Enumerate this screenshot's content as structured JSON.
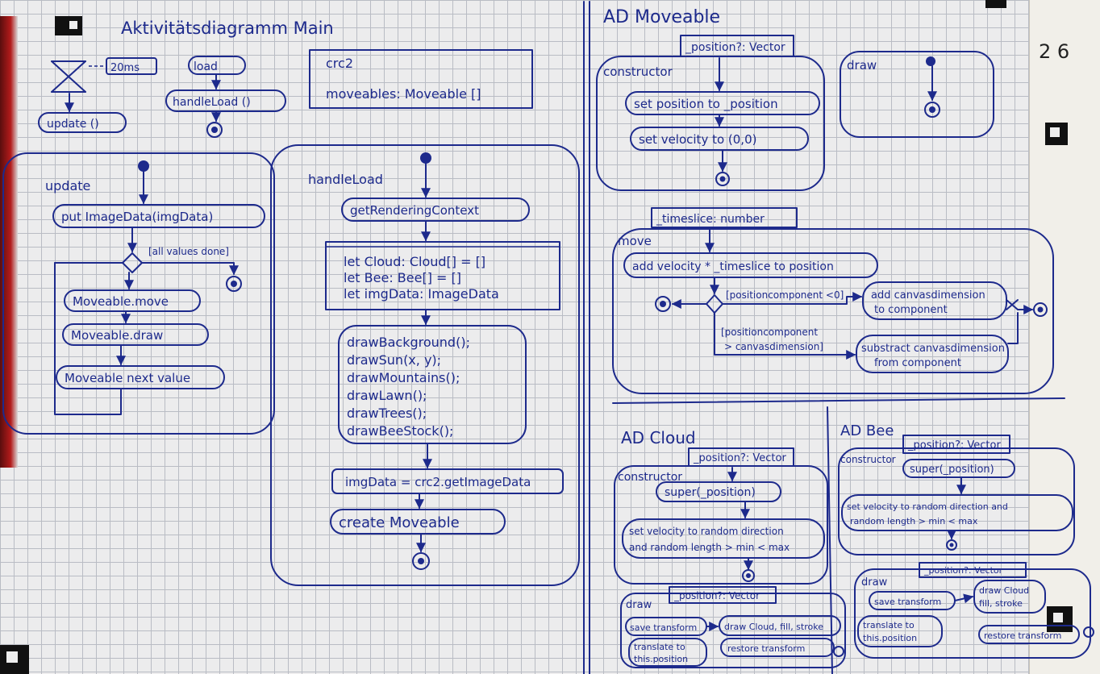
{
  "main": {
    "title": "Aktivitätsdiagramm Main",
    "timer_label": "20ms",
    "update_call": "update ()",
    "load_event": "load",
    "handle_load_call": "handleLoad ()",
    "globals": [
      "crc2",
      "moveables: Moveable []"
    ],
    "update": {
      "name": "update",
      "put_image": "put ImageData(imgData)",
      "guard": "[all values done]",
      "move": "Moveable.move",
      "draw": "Moveable.draw",
      "next": "Moveable next value"
    },
    "handleLoad": {
      "name": "handleLoad",
      "get_context": "getRenderingContext",
      "lets": [
        "let Cloud: Cloud[] = []",
        "let Bee: Bee[] = []",
        "let imgData: ImageData"
      ],
      "draws": [
        "drawBackground();",
        "drawSun(x, y);",
        "drawMountains();",
        "drawLawn();",
        "drawTrees();",
        "drawBeeStock();"
      ],
      "img_data": "imgData = crc2.getImageData",
      "create": "create Moveable"
    }
  },
  "moveable": {
    "title": "AD Moveable",
    "param": "_position?: Vector",
    "constructor": "constructor",
    "set_position": "set position to _position",
    "set_velocity": "set velocity to (0,0)",
    "draw": "draw",
    "move_param": "_timeslice: number",
    "move": "move",
    "add_velocity": "add velocity * _timeslice to position",
    "guard1": "[positioncomponent <0]",
    "guard2_a": "[positioncomponent",
    "guard2_b": "> canvasdimension]",
    "add_dim_a": "add canvasdimension",
    "add_dim_b": "to component",
    "sub_dim_a": "substract canvasdimension",
    "sub_dim_b": "from component"
  },
  "cloud": {
    "title": "AD Cloud",
    "param": "_position?: Vector",
    "constructor": "constructor",
    "super": "super(_position)",
    "velocity_a": "set velocity to random direction",
    "velocity_b": "and random length > min < max",
    "draw": "draw",
    "draw_param": "_position?: Vector",
    "save": "save transform",
    "translate_a": "translate to",
    "translate_b": "this.position",
    "draw_cloud": "draw Cloud, fill, stroke",
    "restore": "restore transform"
  },
  "bee": {
    "title": "AD Bee",
    "param": "_position?: Vector",
    "constructor": "constructor",
    "super": "super(_position)",
    "velocity_a": "set velocity to random direction and",
    "velocity_b": "random length > min < max",
    "draw": "draw",
    "draw_param": "_position?: Vector",
    "save": "save transform",
    "translate_a": "translate to",
    "translate_b": "this.position",
    "draw_cloud_a": "draw Cloud",
    "draw_cloud_b": "fill, stroke",
    "restore": "restore transform"
  },
  "margin": {
    "numbers": "2 6"
  }
}
